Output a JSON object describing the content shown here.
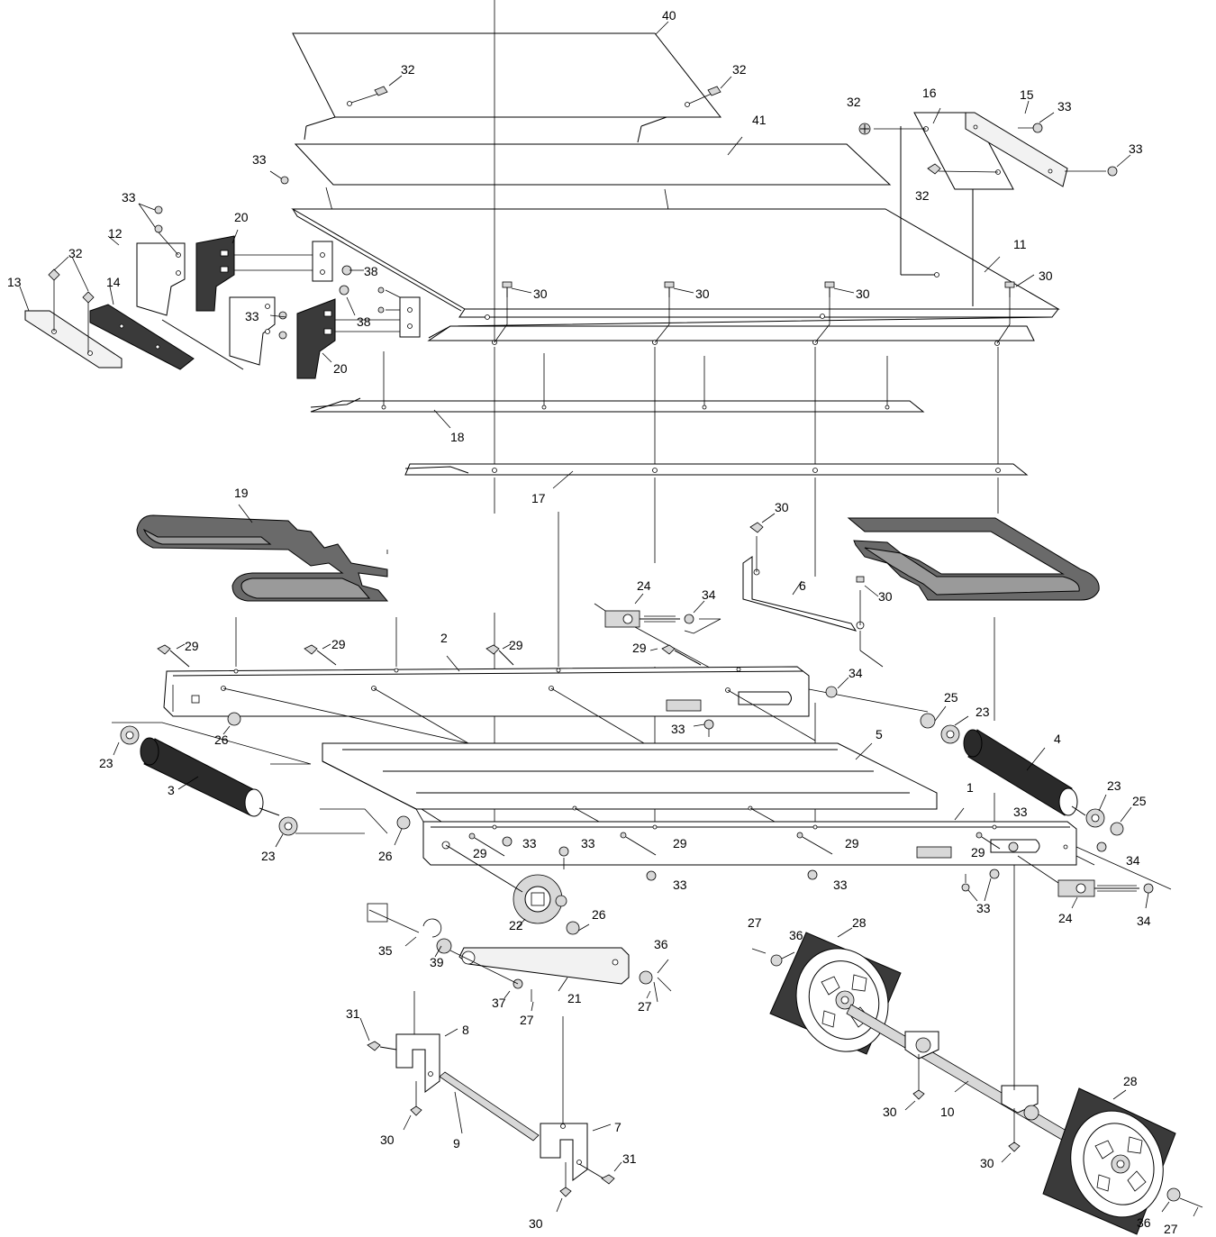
{
  "diagram": {
    "callouts": [
      {
        "id": "c40",
        "text": "40"
      },
      {
        "id": "c32a",
        "text": "32"
      },
      {
        "id": "c32b",
        "text": "32"
      },
      {
        "id": "c41",
        "text": "41"
      },
      {
        "id": "c33a",
        "text": "33"
      },
      {
        "id": "c32c",
        "text": "32"
      },
      {
        "id": "c16",
        "text": "16"
      },
      {
        "id": "c15",
        "text": "15"
      },
      {
        "id": "c33b",
        "text": "33"
      },
      {
        "id": "c33c",
        "text": "33"
      },
      {
        "id": "c32d",
        "text": "32"
      },
      {
        "id": "c11",
        "text": "11"
      },
      {
        "id": "c30a",
        "text": "30"
      },
      {
        "id": "c30b",
        "text": "30"
      },
      {
        "id": "c30c",
        "text": "30"
      },
      {
        "id": "c30d",
        "text": "30"
      },
      {
        "id": "c33d",
        "text": "33"
      },
      {
        "id": "c20a",
        "text": "20"
      },
      {
        "id": "c12",
        "text": "12"
      },
      {
        "id": "c32e",
        "text": "32"
      },
      {
        "id": "c13",
        "text": "13"
      },
      {
        "id": "c14",
        "text": "14"
      },
      {
        "id": "c38a",
        "text": "38"
      },
      {
        "id": "c38b",
        "text": "38"
      },
      {
        "id": "c33e",
        "text": "33"
      },
      {
        "id": "c20b",
        "text": "20"
      },
      {
        "id": "c18",
        "text": "18"
      },
      {
        "id": "c17",
        "text": "17"
      },
      {
        "id": "c19",
        "text": "19"
      },
      {
        "id": "c30e",
        "text": "30"
      },
      {
        "id": "c30f",
        "text": "30"
      },
      {
        "id": "c6",
        "text": "6"
      },
      {
        "id": "c24a",
        "text": "24"
      },
      {
        "id": "c34a",
        "text": "34"
      },
      {
        "id": "c29a",
        "text": "29"
      },
      {
        "id": "c29b",
        "text": "29"
      },
      {
        "id": "c29c",
        "text": "29"
      },
      {
        "id": "c2",
        "text": "2"
      },
      {
        "id": "c29d",
        "text": "29"
      },
      {
        "id": "c34b",
        "text": "34"
      },
      {
        "id": "c25a",
        "text": "25"
      },
      {
        "id": "c23a",
        "text": "23"
      },
      {
        "id": "c26a",
        "text": "26"
      },
      {
        "id": "c33f",
        "text": "33"
      },
      {
        "id": "c4",
        "text": "4"
      },
      {
        "id": "c5",
        "text": "5"
      },
      {
        "id": "c23b",
        "text": "23"
      },
      {
        "id": "c3",
        "text": "3"
      },
      {
        "id": "c23c",
        "text": "23"
      },
      {
        "id": "c25b",
        "text": "25"
      },
      {
        "id": "c1",
        "text": "1"
      },
      {
        "id": "c23d",
        "text": "23"
      },
      {
        "id": "c26b",
        "text": "26"
      },
      {
        "id": "c29e",
        "text": "29"
      },
      {
        "id": "c33g",
        "text": "33"
      },
      {
        "id": "c33h",
        "text": "33"
      },
      {
        "id": "c29f",
        "text": "29"
      },
      {
        "id": "c29g",
        "text": "29"
      },
      {
        "id": "c33i",
        "text": "33"
      },
      {
        "id": "c29h",
        "text": "29"
      },
      {
        "id": "c34c",
        "text": "34"
      },
      {
        "id": "c33j",
        "text": "33"
      },
      {
        "id": "c33k",
        "text": "33"
      },
      {
        "id": "c33l",
        "text": "33"
      },
      {
        "id": "c22",
        "text": "22"
      },
      {
        "id": "c26c",
        "text": "26"
      },
      {
        "id": "c24b",
        "text": "24"
      },
      {
        "id": "c34d",
        "text": "34"
      },
      {
        "id": "c27a",
        "text": "27"
      },
      {
        "id": "c36a",
        "text": "36"
      },
      {
        "id": "c28a",
        "text": "28"
      },
      {
        "id": "c35",
        "text": "35"
      },
      {
        "id": "c39",
        "text": "39"
      },
      {
        "id": "c36b",
        "text": "36"
      },
      {
        "id": "c21",
        "text": "21"
      },
      {
        "id": "c37",
        "text": "37"
      },
      {
        "id": "c27b",
        "text": "27"
      },
      {
        "id": "c27c",
        "text": "27"
      },
      {
        "id": "c31a",
        "text": "31"
      },
      {
        "id": "c8",
        "text": "8"
      },
      {
        "id": "c30g",
        "text": "30"
      },
      {
        "id": "c9",
        "text": "9"
      },
      {
        "id": "c7",
        "text": "7"
      },
      {
        "id": "c31b",
        "text": "31"
      },
      {
        "id": "c30h",
        "text": "30"
      },
      {
        "id": "c30i",
        "text": "30"
      },
      {
        "id": "c10",
        "text": "10"
      },
      {
        "id": "c28b",
        "text": "28"
      },
      {
        "id": "c30j",
        "text": "30"
      },
      {
        "id": "c36c",
        "text": "36"
      },
      {
        "id": "c27d",
        "text": "27"
      }
    ]
  }
}
